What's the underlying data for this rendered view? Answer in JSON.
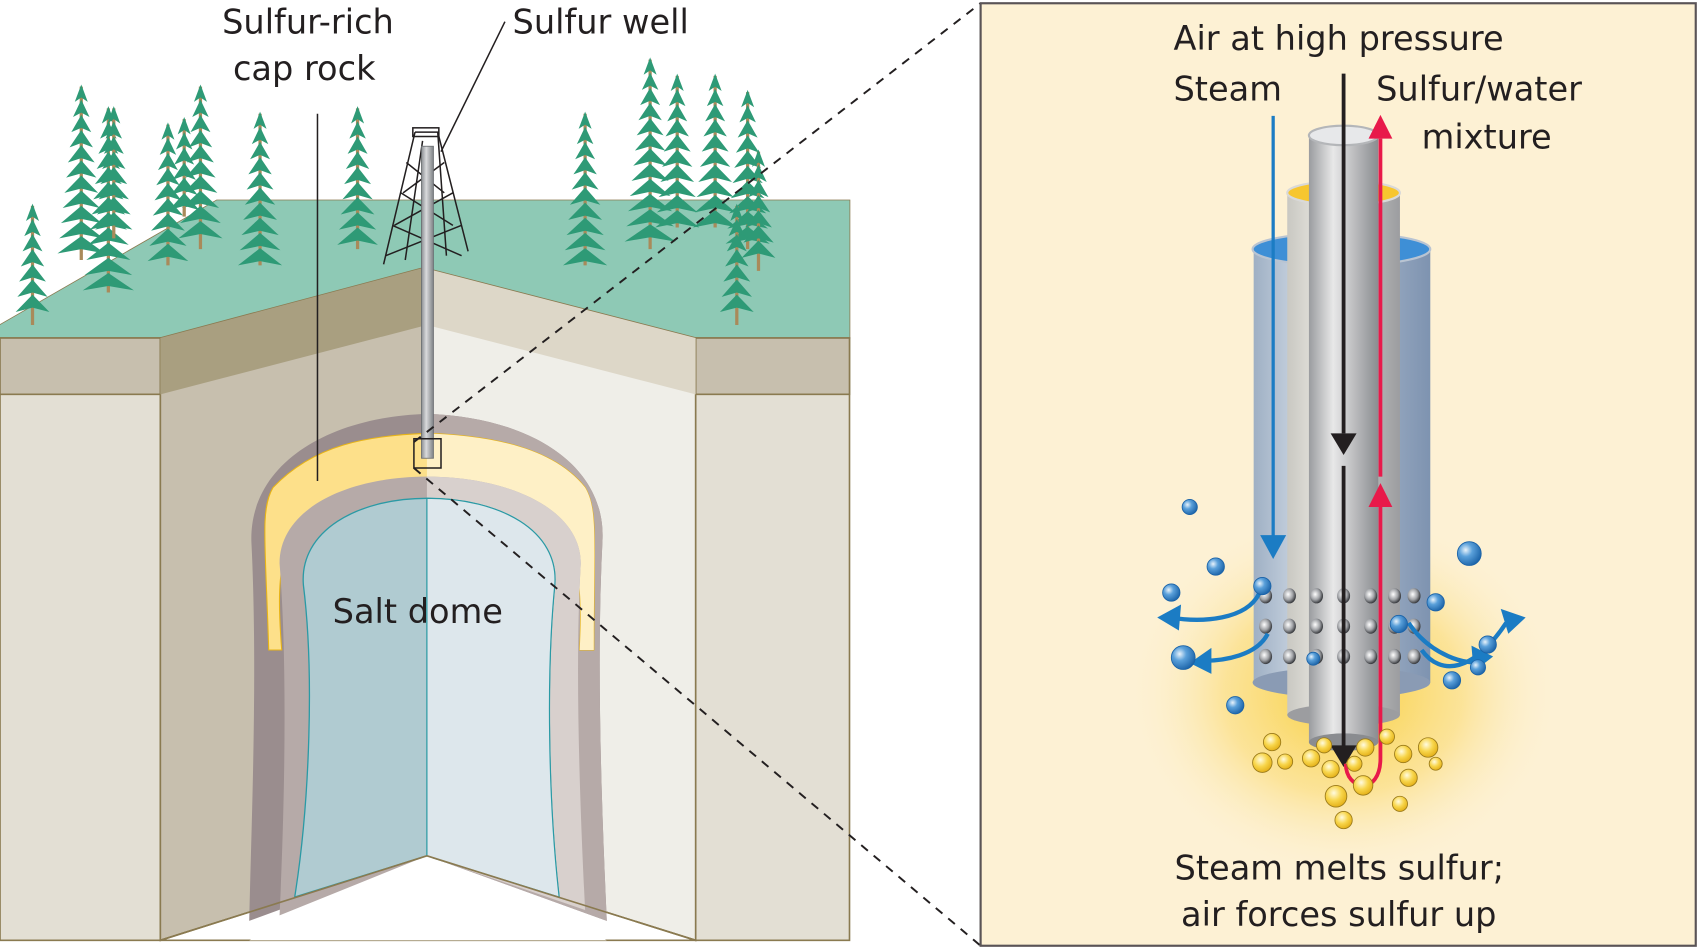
{
  "labels": {
    "cap_rock_line1": "Sulfur-rich",
    "cap_rock_line2": "cap rock",
    "sulfur_well": "Sulfur well",
    "salt_dome": "Salt dome",
    "air": "Air at high pressure",
    "steam": "Steam",
    "sulfur_water_line1": "Sulfur/water",
    "sulfur_water_line2": "mixture",
    "caption_line1": "Steam melts sulfur;",
    "caption_line2": "air forces sulfur up"
  },
  "colors": {
    "grass": "#8ec9b5",
    "tree": "#2e9a76",
    "rock_dark": "#c7bfae",
    "rock_light": "#e3dfd4",
    "rock_lighter": "#efeee8",
    "cap_rock": "#fde08a",
    "dome_outer": "#9a8d8e",
    "dome_inner": "#b6aaa8",
    "salt_dark": "#b0cbd1",
    "salt_light": "#dde7ec",
    "panel_bg": "#fdf1d4",
    "steam_blue": "#1b7cc4",
    "sulfur_red": "#e8194a",
    "air_black": "#231f20",
    "sulfur_yellow": "#f7d04a"
  }
}
